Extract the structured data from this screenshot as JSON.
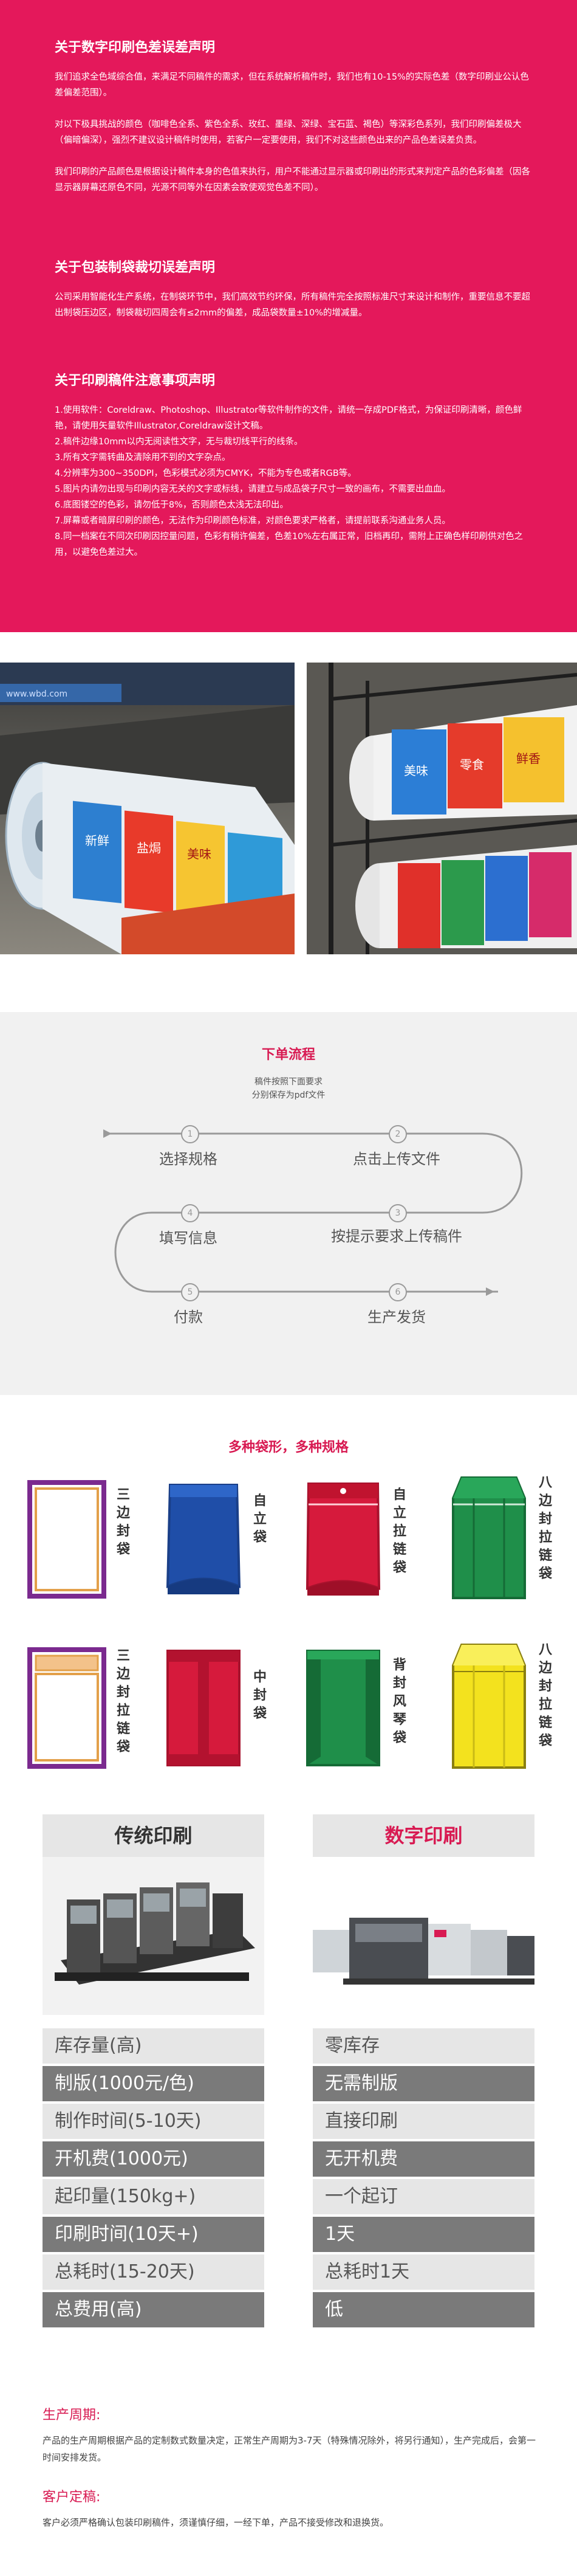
{
  "notice": {
    "color_bias": {
      "title": "关于数字印刷色差误差声明",
      "p1": "我们追求全色域综合值，来满足不同稿件的需求，但在系统解析稿件时，我们也有10-15%的实际色差（数字印刷业公认色差偏差范围）。",
      "p2": "对以下极具挑战的颜色（咖啡色全系、紫色全系、玫红、墨绿、深绿、宝石蓝、褐色）等深彩色系列，我们印刷偏差极大（偏暗偏深），强烈不建议设计稿件时使用，若客户一定要使用，我们不对这些颜色出来的产品色差误差负责。",
      "p3": "我们印刷的产品颜色是根据设计稿件本身的色值来执行，用户不能通过显示器或印刷出的形式来判定产品的色彩偏差（因各显示器屏幕还原色不同，光源不同等外在因素会致使观觉色差不同）。"
    },
    "cut_bias": {
      "title": "关于包装制袋裁切误差声明",
      "p1": "公司采用智能化生产系统，在制袋环节中，我们高效节约环保，所有稿件完全按照标准尺寸来设计和制作，重要信息不要超出制袋压边区，制袋裁切四周会有≤2mm的偏差，成品袋数量±10%的增减量。"
    },
    "file_notes": {
      "title": "关于印刷稿件注意事项声明",
      "lines": [
        "1.使用软件：Coreldraw、Photoshop、Illustrator等软件制作的文件，请统一存成PDF格式，为保证印刷清晰，颜色鲜艳，请使用矢量软件Illustrator,Coreldraw设计文稿。",
        "2.稿件边缘10mm以内无阅读性文字，无与裁切线平行的线条。",
        "3.所有文字需转曲及清除用不到的文字杂点。",
        "4.分辨率为300~350DPI，色彩模式必须为CMYK，不能为专色或者RGB等。",
        "5.图片内请勿出现与印刷内容无关的文字或标线，请建立与成品袋子尺寸一致的画布，不需要出血血。",
        "6.底图镂空的色彩，请勿低于8%，否则颜色太浅无法印出。",
        "7.屏幕或者暗屏印刷的颜色，无法作为印刷颜色标准，对颜色要求严格者，请提前联系沟通业务人员。",
        "8.同一档案在不同次印刷因控量问题，色彩有稍许偏差，色差10%左右属正常，旧档再印，需附上正确色样印刷供对色之用，以避免色差过大。"
      ]
    }
  },
  "photos": {
    "left_site": "www.wbd.com",
    "left_print": [
      "新鲜",
      "盐焗",
      "美味"
    ],
    "right_print": [
      "美味",
      "零食",
      "鲜香"
    ]
  },
  "flow": {
    "title": "下单流程",
    "sub1": "稿件按照下面要求",
    "sub2": "分别保存为pdf文件",
    "steps": [
      {
        "num": "1",
        "label": "选择规格"
      },
      {
        "num": "2",
        "label": "点击上传文件"
      },
      {
        "num": "3",
        "label": "按提示要求上传稿件"
      },
      {
        "num": "4",
        "label": "填写信息"
      },
      {
        "num": "5",
        "label": "付款"
      },
      {
        "num": "6",
        "label": "生产发货"
      }
    ]
  },
  "bags": {
    "title": "多种袋形，多种规格",
    "items": [
      {
        "label": "三边封袋",
        "fill": "#ffffff",
        "stroke": "#7b2a8f"
      },
      {
        "label": "自立袋",
        "fill": "#1f4ea8",
        "stroke": "#1a3f88"
      },
      {
        "label": "自立拉链袋",
        "fill": "#d61a3c",
        "stroke": "#a8122d"
      },
      {
        "label": "八边封拉链袋",
        "fill": "#1f8f4a",
        "stroke": "#156b36"
      },
      {
        "label": "三边封拉链袋",
        "fill": "#ffffff",
        "stroke": "#7b2a8f"
      },
      {
        "label": "中封袋",
        "fill": "#d61a3c",
        "stroke": "#a8122d"
      },
      {
        "label": "背封风琴袋",
        "fill": "#1f8f4a",
        "stroke": "#156b36"
      },
      {
        "label": "八边封拉链袋",
        "fill": "#f3e21e",
        "stroke": "#8a7f10"
      }
    ]
  },
  "compare": {
    "left_title": "传统印刷",
    "right_title": "数字印刷",
    "left_rows": [
      "库存量(高)",
      "制版(1000元/色)",
      "制作时间(5-10天)",
      "开机费(1000元)",
      "起印量(150kg+)",
      "印刷时间(10天+)",
      "总耗时(15-20天)",
      "总费用(高)"
    ],
    "right_rows": [
      "零库存",
      "无需制版",
      "直接印刷",
      "无开机费",
      "一个起订",
      "1天",
      "总耗时1天",
      "低"
    ]
  },
  "footer": {
    "cycle_title": "生产周期:",
    "cycle_text": "产品的生产周期根据产品的定制数式数量决定，正常生产周期为3-7天（特殊情况除外，将另行通知），生产完成后，会第一时间安排发货。",
    "custom_title": "客户定稿:",
    "custom_text": "客户必须严格确认包装印刷稿件，须谨慎仔细，一经下单，产品不接受修改和退换货。"
  },
  "colors": {
    "accent": "#e4185b",
    "heading_red": "#d81a52",
    "dark_row": "#7a7a7a",
    "light_row": "#e6e6e6"
  }
}
